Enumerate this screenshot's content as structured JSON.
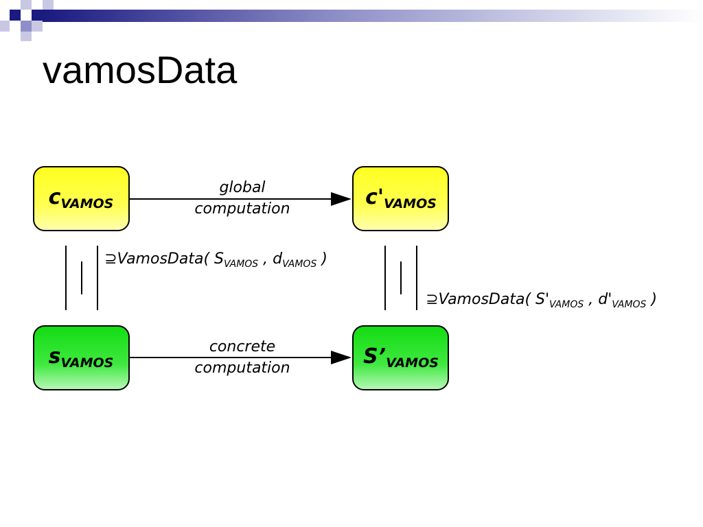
{
  "slide": {
    "title": "vamosData"
  },
  "colors": {
    "header_dark": "#1a1a80",
    "header_mid": "#8f8fc8",
    "header_light": "#e0e0ee",
    "node_yellow": "#ffff3a",
    "node_green": "#22e022",
    "stroke": "#000000"
  },
  "nodes": {
    "c": {
      "main": "c",
      "sub": "VAMOS"
    },
    "c_prime": {
      "main": "c'",
      "sub": "VAMOS"
    },
    "s": {
      "main": "s",
      "sub": "VAMOS"
    },
    "s_prime": {
      "main": "S’",
      "sub": "VAMOS"
    }
  },
  "edges": {
    "top": {
      "line1": "global",
      "line2": "computation"
    },
    "bottom": {
      "line1": "concrete",
      "line2": "computation"
    }
  },
  "relations": {
    "left": {
      "symbol": "⊇",
      "prefix": "VamosData( S",
      "sub1": "VAMOS",
      "mid": " , d",
      "sub2": "VAMOS",
      "suffix": " )"
    },
    "right": {
      "symbol": "⊇",
      "prefix": "VamosData( S'",
      "sub1": "VAMOS",
      "mid": " , d'",
      "sub2": "VAMOS",
      "suffix": " )"
    }
  }
}
